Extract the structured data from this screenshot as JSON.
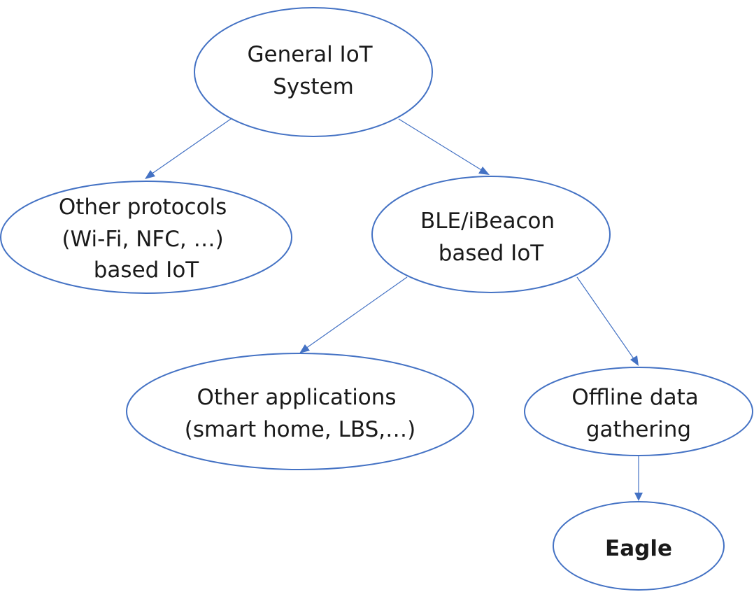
{
  "diagram": {
    "stroke_color": "#4472c4",
    "text_color": "#1a1a1a",
    "nodes": {
      "general": {
        "lines": [
          "General IoT",
          "System"
        ]
      },
      "other_protocols": {
        "lines": [
          "Other protocols",
          "(Wi-Fi, NFC, …)",
          "based IoT"
        ]
      },
      "ble": {
        "lines": [
          "BLE/iBeacon",
          "based IoT"
        ]
      },
      "other_apps": {
        "lines": [
          "Other applications",
          "(smart home, LBS,…)"
        ]
      },
      "offline": {
        "lines": [
          "Offline data",
          "gathering"
        ]
      },
      "eagle": {
        "lines": [
          "Eagle"
        ]
      }
    },
    "edges": [
      {
        "from": "general",
        "to": "other_protocols"
      },
      {
        "from": "general",
        "to": "ble"
      },
      {
        "from": "ble",
        "to": "other_apps"
      },
      {
        "from": "ble",
        "to": "offline"
      },
      {
        "from": "offline",
        "to": "eagle"
      }
    ]
  }
}
